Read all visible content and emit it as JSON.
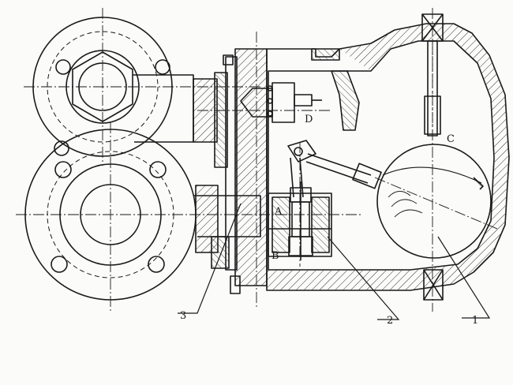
{
  "labels": {
    "A": "A",
    "B": "B",
    "C": "C",
    "D": "D",
    "n1": "1",
    "n2": "2",
    "n3": "3"
  },
  "colors": {
    "ink": "#1a1a1a",
    "paper": "#fbfbfa",
    "hatch": "#333333"
  }
}
